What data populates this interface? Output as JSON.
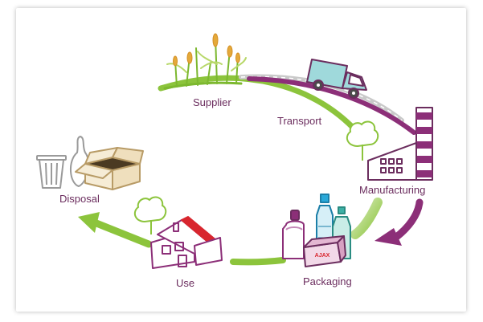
{
  "stages": {
    "supplier": "Supplier",
    "transport": "Transport",
    "manufacturing": "Manufacturing",
    "packaging": "Packaging",
    "use": "Use",
    "disposal": "Disposal"
  },
  "product_brand": "AJAX",
  "colors": {
    "label_text": "#6b2d5e",
    "green_arrow": "#8cc43c",
    "purple_arrow": "#8c2f78",
    "outline_purple": "#9b3a88",
    "outline_green": "#7cb82f",
    "gray": "#9a9a9a",
    "tan": "#c9b58a"
  },
  "icons": [
    "crops-icon",
    "truck-icon",
    "factory-icon",
    "bottles-icon",
    "box-icon",
    "house-icon",
    "tree-icon",
    "trash-can-icon",
    "trash-bag-icon",
    "cardboard-box-icon"
  ]
}
